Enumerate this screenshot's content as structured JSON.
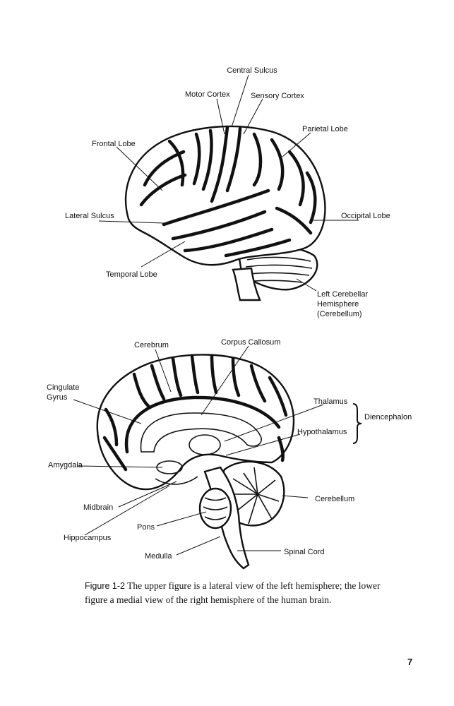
{
  "upper_figure": {
    "labels": {
      "central_sulcus": "Central Sulcus",
      "motor_cortex": "Motor Cortex",
      "sensory_cortex": "Sensory Cortex",
      "parietal_lobe": "Parietal Lobe",
      "frontal_lobe": "Frontal Lobe",
      "lateral_sulcus": "Lateral Sulcus",
      "occipital_lobe": "Occipital Lobe",
      "temporal_lobe": "Temporal Lobe",
      "cerebellar_line1": "Left Cerebellar",
      "cerebellar_line2": "Hemisphere",
      "cerebellar_line3": "(Cerebellum)"
    }
  },
  "lower_figure": {
    "labels": {
      "cerebrum": "Cerebrum",
      "corpus_callosum": "Corpus Callosum",
      "cingulate_line1": "Cingulate",
      "cingulate_line2": "Gyrus",
      "thalamus": "Thalamus",
      "diencephalon": "Diencephalon",
      "hypothalamus": "Hypothalamus",
      "amygdala": "Amygdala",
      "cerebellum": "Cerebellum",
      "midbrain": "Midbrain",
      "pons": "Pons",
      "hippocampus": "Hippocampus",
      "medulla": "Medulla",
      "spinal_cord": "Spinal Cord"
    }
  },
  "caption": {
    "label": "Figure 1-2",
    "text": " The upper figure is a lateral view of the left hemisphere; the lower figure a medial view of the right hemisphere of the human brain."
  },
  "page_number": "7"
}
